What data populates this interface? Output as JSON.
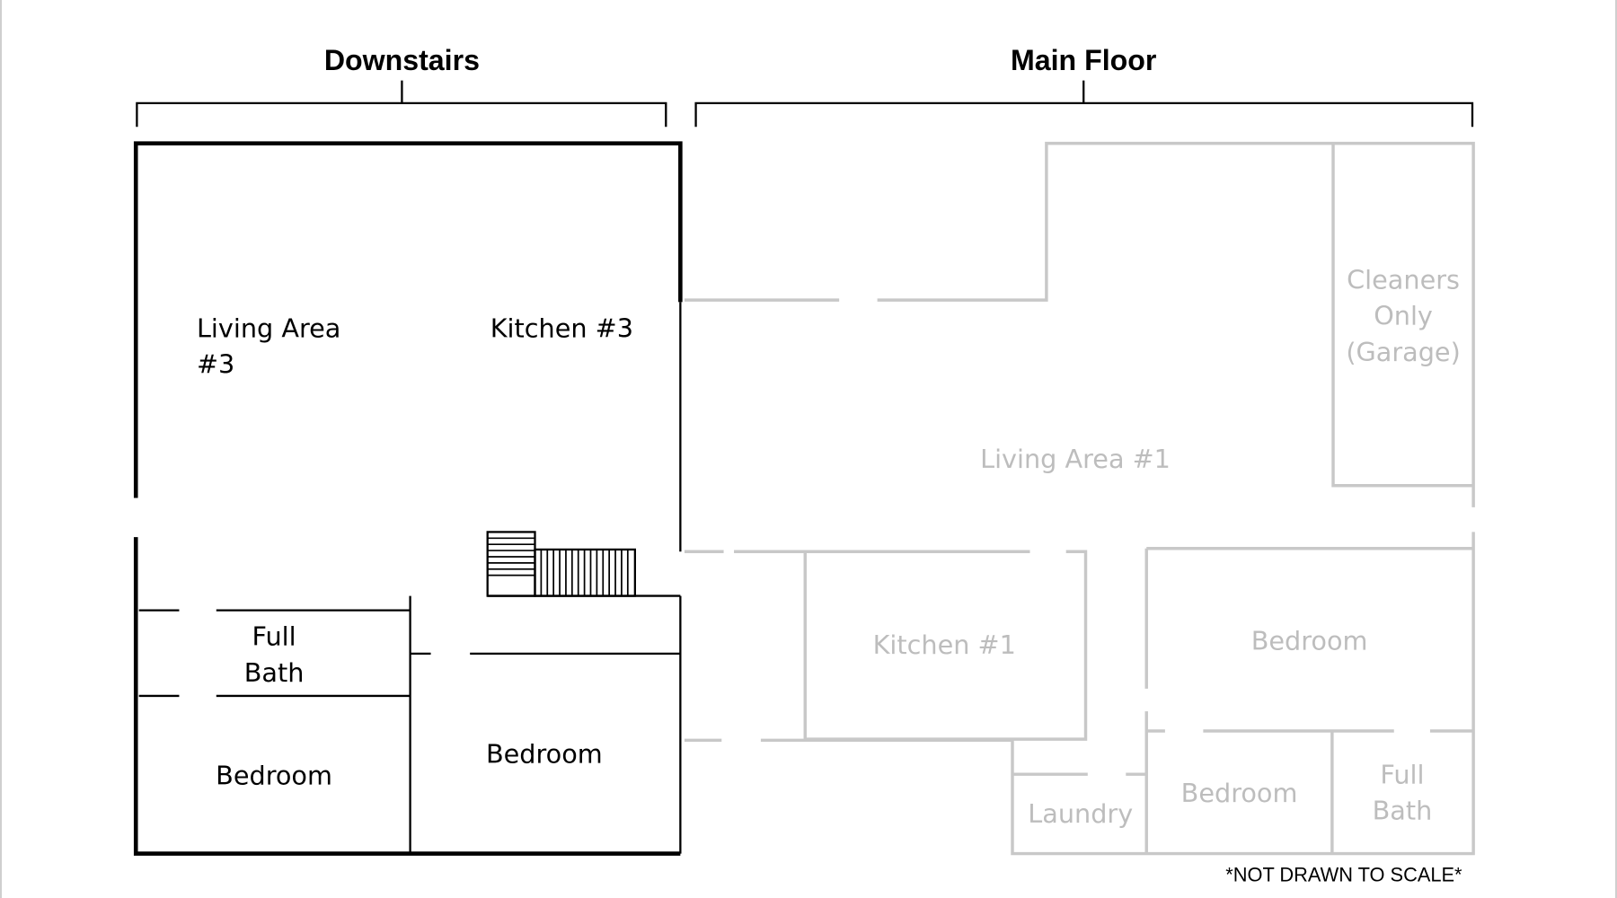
{
  "headings": {
    "downstairs": "Downstairs",
    "main_floor": "Main Floor"
  },
  "downstairs_rooms": {
    "living_area_line1": "Living Area",
    "living_area_line2": "#3",
    "kitchen": "Kitchen #3",
    "full_bath_line1": "Full",
    "full_bath_line2": "Bath",
    "bedroom_left": "Bedroom",
    "bedroom_right": "Bedroom"
  },
  "main_floor_rooms": {
    "garage_line1": "Cleaners",
    "garage_line2": "Only",
    "garage_line3": "(Garage)",
    "living_area": "Living Area #1",
    "kitchen": "Kitchen #1",
    "bedroom_large": "Bedroom",
    "bedroom_small": "Bedroom",
    "laundry": "Laundry",
    "full_bath_line1": "Full",
    "full_bath_line2": "Bath"
  },
  "note": "*NOT DRAWN TO SCALE*",
  "colors": {
    "downstairs": "#000000",
    "main_floor": "#c8c8c8"
  }
}
